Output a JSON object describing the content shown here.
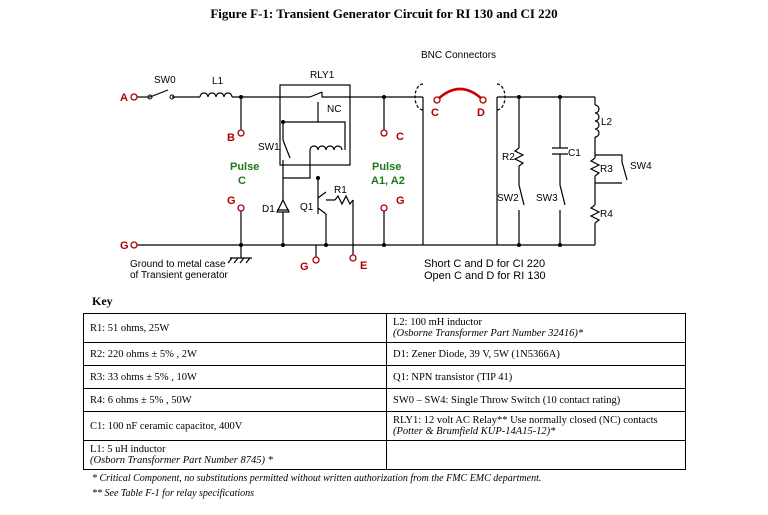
{
  "title": "Figure F-1:  Transient Generator Circuit for RI 130 and CI 220",
  "labels": {
    "bnc_connectors": "BNC Connectors",
    "sw0": "SW0",
    "l1": "L1",
    "rly1": "RLY1",
    "nc": "NC",
    "sw1": "SW1",
    "d1": "D1",
    "q1": "Q1",
    "r1": "R1",
    "r2": "R2",
    "c1": "C1",
    "l2": "L2",
    "r3": "R3",
    "r4": "R4",
    "sw2": "SW2",
    "sw3": "SW3",
    "sw4": "SW4",
    "a": "A",
    "b": "B",
    "c": "C",
    "d": "D",
    "e": "E",
    "g": "G",
    "pulse": "Pulse",
    "pulse_c": "C",
    "pulse_a1a2": "A1, A2",
    "ground_note_1": "Ground to metal case",
    "ground_note_2": "of Transient generator",
    "short_note": "Short C and D for CI 220",
    "open_note": "Open C and D for RI 130"
  },
  "colors": {
    "terminal": "#b00000",
    "pulse": "#1a7a1a",
    "jumper": "#d00000"
  },
  "key": {
    "title": "Key",
    "rows": [
      {
        "left": [
          "R1: 51 ohms, 25W"
        ],
        "right": [
          "L2: 100 mH  inductor",
          "(Osborne Transformer Part Number 32416)*"
        ]
      },
      {
        "left": [
          "R2:  220 ohms ± 5% , 2W"
        ],
        "right": [
          "D1: Zener Diode, 39 V, 5W (1N5366A)"
        ]
      },
      {
        "left": [
          "R3: 33 ohms ± 5% , 10W"
        ],
        "right": [
          "Q1: NPN transistor (TIP 41)"
        ]
      },
      {
        "left": [
          "R4:  6 ohms ± 5% , 50W"
        ],
        "right": [
          "SW0 – SW4: Single Throw Switch (10 contact rating)"
        ]
      },
      {
        "left": [
          "C1: 100 nF ceramic capacitor, 400V"
        ],
        "right": [
          "RLY1: 12 volt AC Relay** Use normally closed (NC) contacts",
          "(Potter & Brumfield KUP-14A15-12)*"
        ]
      },
      {
        "left": [
          "L1:  5 uH  inductor",
          "(Osborn Transformer Part Number 8745) *"
        ],
        "right": []
      }
    ]
  },
  "footnotes": [
    "* Critical Component, no substitutions permitted without written authorization from the FMC EMC department.",
    "** See Table F-1 for relay specifications"
  ]
}
